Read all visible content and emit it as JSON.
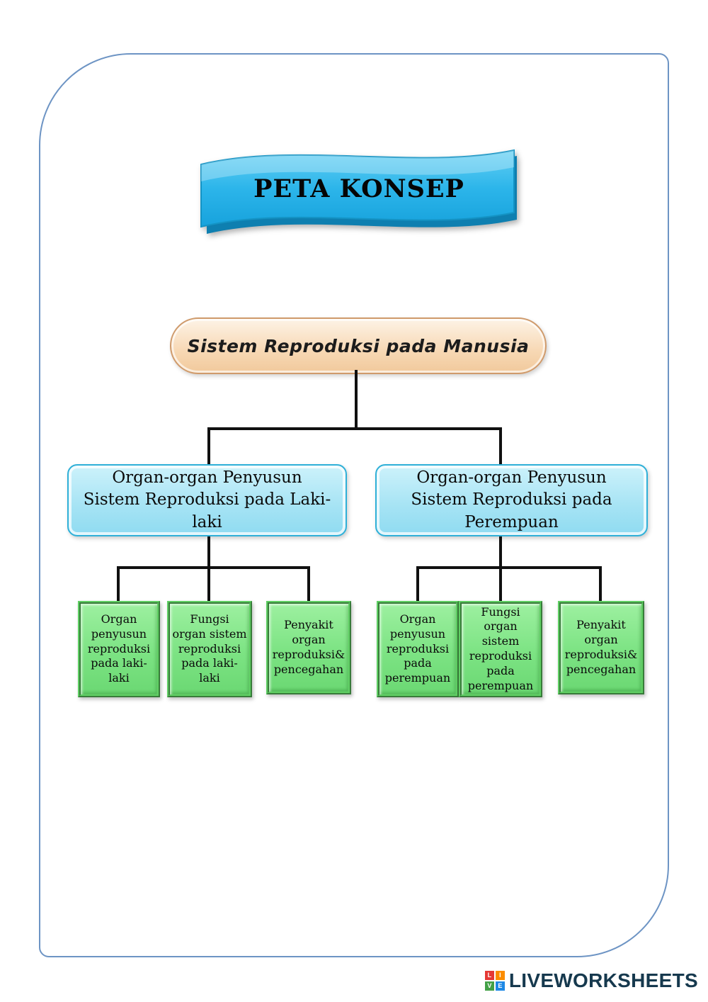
{
  "banner": {
    "title": "PETA KONSEP"
  },
  "root_node": {
    "label": "Sistem Reproduksi pada Manusia"
  },
  "branches": [
    {
      "label": "Organ-organ Penyusun Sistem Reproduksi pada Laki-laki",
      "children": [
        {
          "label": "Organ penyusun reproduksi pada laki-laki"
        },
        {
          "label": "Fungsi organ sistem reproduksi pada laki-laki"
        },
        {
          "label": "Penyakit organ reproduksi& pencegahan"
        }
      ]
    },
    {
      "label": "Organ-organ Penyusun Sistem Reproduksi pada Perempuan",
      "children": [
        {
          "label": "Organ penyusun reproduksi pada perempuan"
        },
        {
          "label": "Fungsi organ sistem reproduksi pada perempuan"
        },
        {
          "label": "Penyakit organ reproduksi& pencegahan"
        }
      ]
    }
  ],
  "footer": {
    "brand": "LIVEWORKSHEETS",
    "logo_letters": [
      "L",
      "I",
      "V",
      "E"
    ]
  },
  "colors": {
    "banner_blue": "#2cb5ea",
    "root_peach": "#f7d8b4",
    "branch_blue": "#a5e3f4",
    "leaf_green": "#7ce383",
    "page_border_blue": "#6d94c4",
    "brand_dark": "#16394e"
  }
}
